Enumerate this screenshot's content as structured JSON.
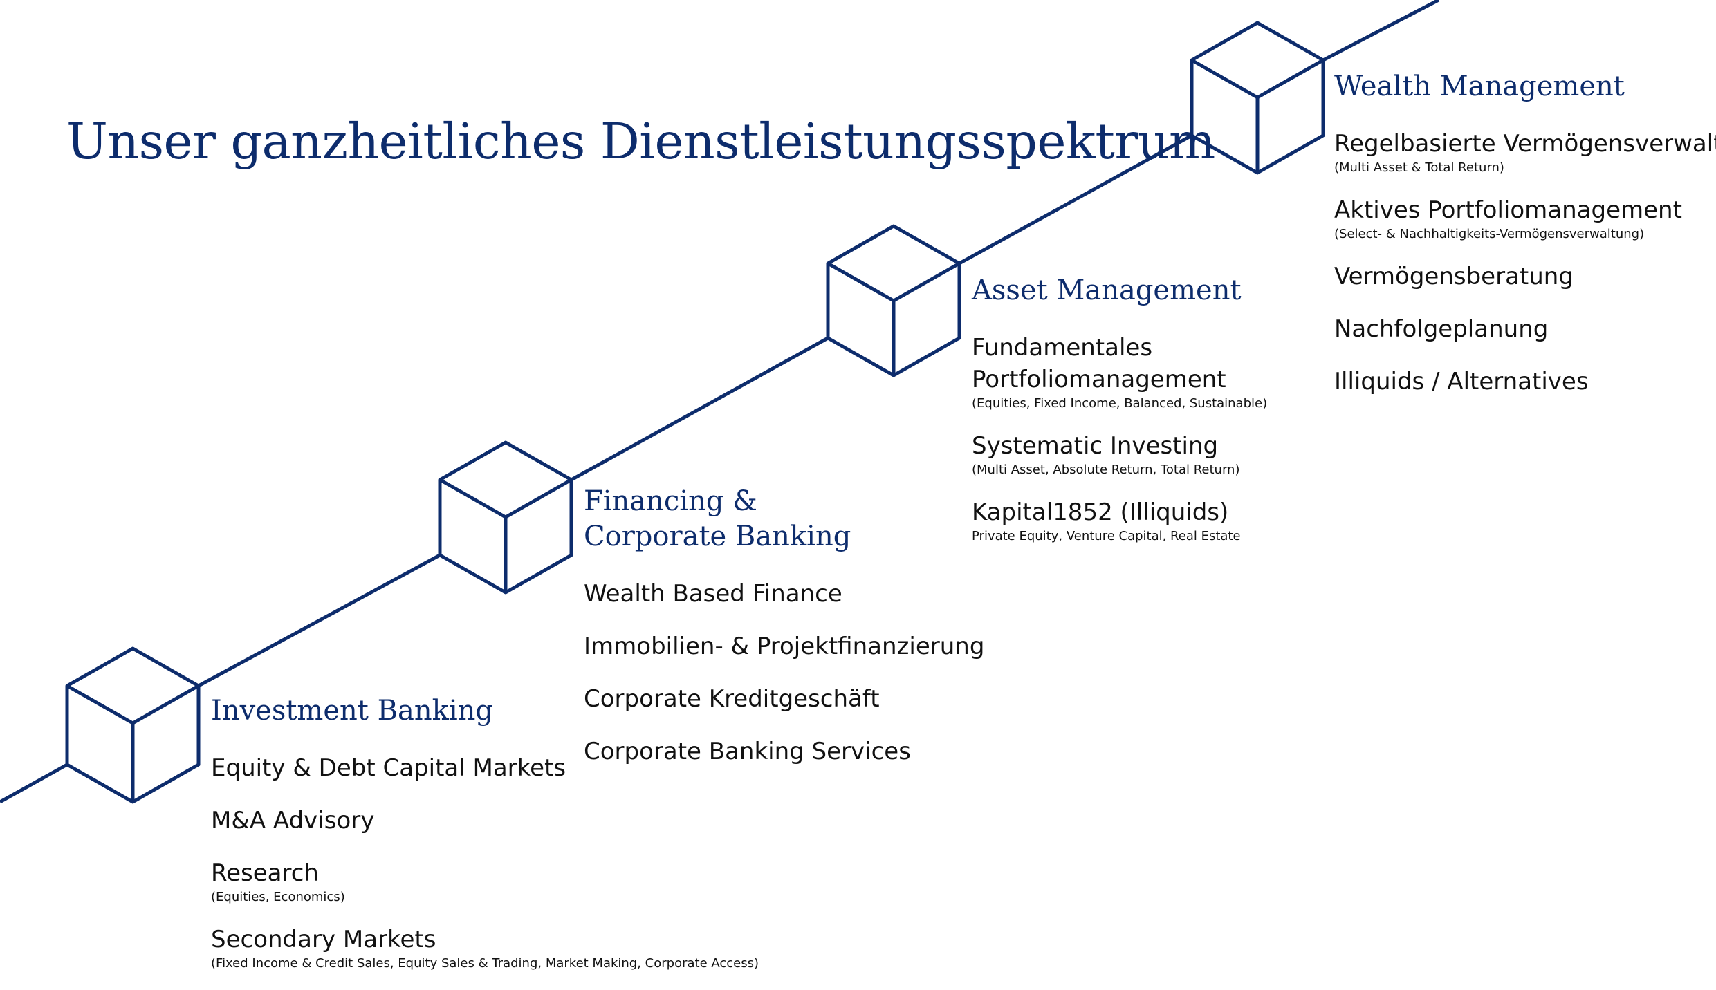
{
  "title": "Unser ganzheitliches Dienstleistungsspektrum",
  "colors": {
    "accent": "#0d2c6c",
    "text": "#111111",
    "background": "#ffffff"
  },
  "sections": [
    {
      "heading": "Investment Banking",
      "items": [
        {
          "label": "Equity & Debt Capital Markets",
          "sub": ""
        },
        {
          "label": "M&A Advisory",
          "sub": ""
        },
        {
          "label": "Research",
          "sub": "(Equities, Economics)"
        },
        {
          "label": "Secondary Markets",
          "sub": "(Fixed Income & Credit Sales, Equity Sales & Trading, Market Making, Corporate Access)"
        }
      ]
    },
    {
      "heading": "Financing &\nCorporate Banking",
      "items": [
        {
          "label": "Wealth Based Finance",
          "sub": ""
        },
        {
          "label": "Immobilien- & Projektfinanzierung",
          "sub": ""
        },
        {
          "label": "Corporate Kreditgeschäft",
          "sub": ""
        },
        {
          "label": "Corporate Banking Services",
          "sub": ""
        }
      ]
    },
    {
      "heading": "Asset Management",
      "items": [
        {
          "label": "Fundamentales\nPortfoliomanagement",
          "sub": "(Equities, Fixed Income, Balanced, Sustainable)"
        },
        {
          "label": "Systematic Investing",
          "sub": "(Multi Asset, Absolute Return, Total Return)"
        },
        {
          "label": "Kapital1852 (Illiquids)",
          "sub": "Private Equity, Venture Capital,  Real Estate"
        }
      ]
    },
    {
      "heading": "Wealth Management",
      "items": [
        {
          "label": "Regelbasierte Vermögensverwaltung",
          "sub": "(Multi Asset & Total Return)"
        },
        {
          "label": "Aktives Portfoliomanagement",
          "sub": "(Select- & Nachhaltigkeits-Vermögensverwaltung)"
        },
        {
          "label": "Vermögensberatung",
          "sub": ""
        },
        {
          "label": "Nachfolgeplanung",
          "sub": ""
        },
        {
          "label": "Illiquids / Alternatives",
          "sub": ""
        }
      ]
    }
  ]
}
